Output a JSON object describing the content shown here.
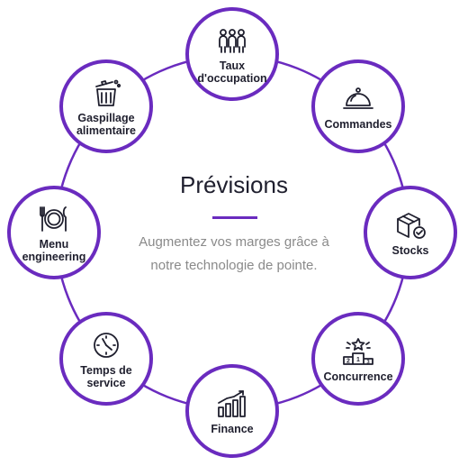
{
  "center": {
    "title": "Prévisions",
    "subtitle": "Augmentez vos marges grâce à notre technologie de pointe."
  },
  "colors": {
    "accent": "#6a2bbf",
    "text": "#1f1f2e",
    "subtext": "#8a8a8a"
  },
  "nodes": [
    {
      "label": "Taux\nd'occupation",
      "icon": "people-icon"
    },
    {
      "label": "Commandes",
      "icon": "cloche-icon"
    },
    {
      "label": "Stocks",
      "icon": "box-check-icon"
    },
    {
      "label": "Concurrence",
      "icon": "podium-icon"
    },
    {
      "label": "Finance",
      "icon": "bar-chart-icon"
    },
    {
      "label": "Temps de\nservice",
      "icon": "clock-icon"
    },
    {
      "label": "Menu\nengineering",
      "icon": "plate-cutlery-icon"
    },
    {
      "label": "Gaspillage\nalimentaire",
      "icon": "trash-icon"
    }
  ]
}
